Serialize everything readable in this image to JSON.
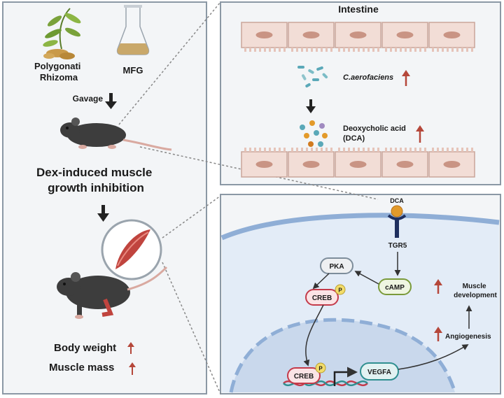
{
  "left_panel": {
    "herb_label": "Polygonati\nRhizoma",
    "mfg_label": "MFG",
    "gavage_label": "Gavage",
    "model_label": "Dex-induced muscle\ngrowth inhibition",
    "outcome_1": "Body weight",
    "outcome_2": "Muscle mass"
  },
  "intestine_panel": {
    "title": "Intestine",
    "bacteria_label": "C.aerofaciens",
    "metabolite_label": "Deoxycholic acid\n(DCA)"
  },
  "cell_panel": {
    "ligand": "DCA",
    "receptor": "TGR5",
    "camp": "cAMP",
    "pka": "PKA",
    "creb_cyto": "CREB",
    "creb_nuc": "CREB",
    "phospho": "P",
    "vegfa": "VEGFA",
    "angiogenesis": "Angiogenesis",
    "muscle_dev": "Muscle\ndevelopment"
  },
  "colors": {
    "up_arrow": "#b5473a",
    "panel_border": "#8b98a5",
    "creb": "#c43a4a",
    "pka": "#7d8d9b",
    "camp": "#7a9a3a",
    "vegfa": "#2f8f90",
    "cell_membrane": "#8faed6",
    "nucleus": "#c9d8ec"
  }
}
